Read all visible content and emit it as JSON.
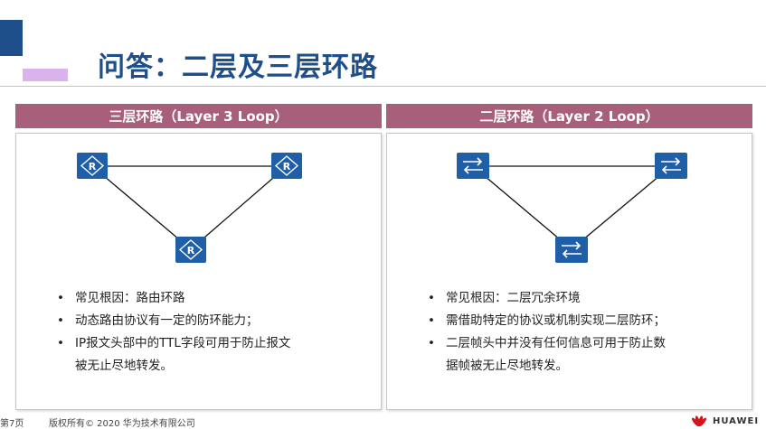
{
  "slide": {
    "title": "问答：二层及三层环路",
    "page_label": "第7页",
    "copyright": "版权所有© 2020 华为技术有限公司",
    "brand_text": "HUAWEI",
    "colors": {
      "brand_blue": "#1e4f8a",
      "header_mauve": "#a8607a",
      "accent_lilac": "#d9b3ec",
      "device_blue": "#1f5fa8"
    }
  },
  "left_panel": {
    "title": "三层环路（Layer 3 Loop）",
    "device_icon": "router-icon",
    "bullets": [
      "常见根因：路由环路",
      "动态路由协议有一定的防环能力；",
      "IP报文头部中的TTL字段可用于防止报文\n被无止尽地转发。"
    ]
  },
  "right_panel": {
    "title": "二层环路（Layer 2 Loop）",
    "device_icon": "switch-icon",
    "bullets": [
      "常见根因：二层冗余环境",
      "需借助特定的协议或机制实现二层防环；",
      "二层帧头中并没有任何信息可用于防止数\n据帧被无止尽地转发。"
    ]
  }
}
